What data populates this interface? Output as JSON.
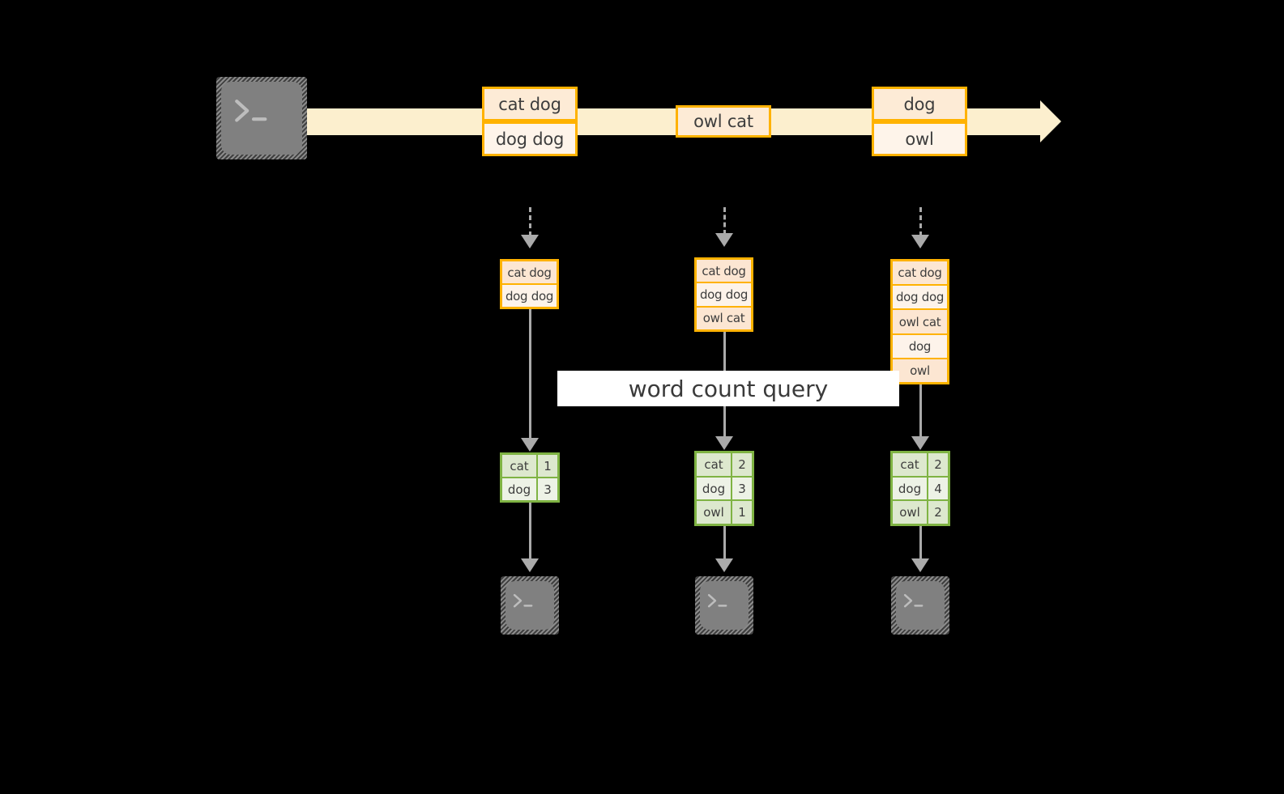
{
  "diagram": {
    "source": {
      "icon": "terminal-icon",
      "label": ""
    },
    "stream": {
      "icon": "stream-arrow-icon",
      "records": [
        {
          "lines": [
            "cat dog",
            "dog dog"
          ]
        },
        {
          "lines": [
            "owl cat"
          ]
        },
        {
          "lines": [
            "dog",
            "owl"
          ]
        }
      ]
    },
    "snapshots": [
      {
        "id": "snapshot-1",
        "arrow_in_icon": "dashed-down-arrow-icon",
        "arrow_out_icon": "down-arrow-icon",
        "accumulated": [
          "cat dog",
          "dog dog"
        ],
        "result": {
          "rows": [
            {
              "word": "cat",
              "count": "1"
            },
            {
              "word": "dog",
              "count": "3"
            }
          ]
        },
        "sink": {
          "icon": "terminal-icon"
        }
      },
      {
        "id": "snapshot-2",
        "arrow_in_icon": "dashed-down-arrow-icon",
        "arrow_out_icon": "down-arrow-icon",
        "accumulated": [
          "cat dog",
          "dog dog",
          "owl cat"
        ],
        "result": {
          "rows": [
            {
              "word": "cat",
              "count": "2"
            },
            {
              "word": "dog",
              "count": "3"
            },
            {
              "word": "owl",
              "count": "1"
            }
          ]
        },
        "sink": {
          "icon": "terminal-icon"
        }
      },
      {
        "id": "snapshot-3",
        "arrow_in_icon": "dashed-down-arrow-icon",
        "arrow_out_icon": "down-arrow-icon",
        "accumulated": [
          "cat dog",
          "dog dog",
          "owl cat",
          "dog",
          "owl"
        ],
        "result": {
          "rows": [
            {
              "word": "cat",
              "count": "2"
            },
            {
              "word": "dog",
              "count": "4"
            },
            {
              "word": "owl",
              "count": "2"
            }
          ]
        },
        "sink": {
          "icon": "terminal-icon"
        }
      }
    ],
    "query_banner": {
      "label": "word count query"
    },
    "colors": {
      "background": "#000000",
      "stream_fill": "#FCEFCE",
      "record_border": "#FFB200",
      "record_fill": "#FDEBD6",
      "record_fill_alt": "#FEF4EA",
      "result_border": "#7FB343",
      "result_fill": "#DDE8CE",
      "result_fill_alt": "#EDF2E6",
      "connector": "#AAAAAA",
      "banner_background": "#FFFFFF",
      "text": "#3D3D3D"
    }
  }
}
